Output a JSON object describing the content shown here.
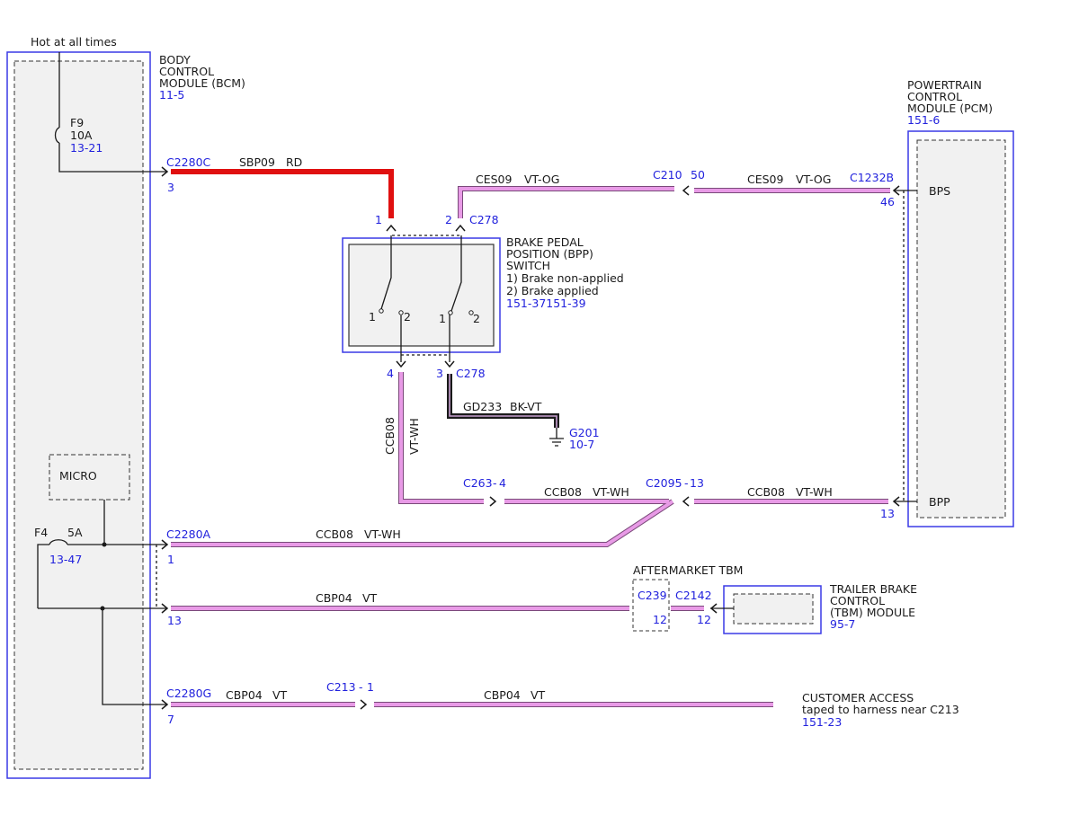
{
  "hot_label": "Hot at all times",
  "colors": {
    "module_border": "#3a3ae6",
    "module_fill": "#f1f1f1",
    "ref_text": "#2222dd",
    "wire_rd": "#e01010",
    "wire_pink": "#e89ae6",
    "wire_pink_edge": "#7a4a7a",
    "wire_bk": "#1a1a1a",
    "wire_bk_inner": "#c8a0d0",
    "line": "#1a1a1a"
  },
  "bcm": {
    "line1": "BODY",
    "line2": "CONTROL",
    "line3": "MODULE (BCM)",
    "ref": "11-5"
  },
  "pcm": {
    "line1": "POWERTRAIN",
    "line2": "CONTROL",
    "line3": "MODULE (PCM)",
    "ref": "151-6",
    "pin_bps": "BPS",
    "pin_bpp": "BPP"
  },
  "fuses": {
    "f9": {
      "name": "F9",
      "rating": "10A",
      "ref": "13-21"
    },
    "f4": {
      "name": "F4",
      "rating": "5A",
      "ref": "13-47"
    }
  },
  "micro": "MICRO",
  "bpp_switch": {
    "line1": "BRAKE PEDAL",
    "line2": "POSITION (BPP)",
    "line3": "SWITCH",
    "state1": "1) Brake non-applied",
    "state2": "2) Brake applied",
    "ref": "151-37151-39",
    "contact_1": "1",
    "contact_2": "2"
  },
  "connectors": {
    "c2280c": "C2280C",
    "c2280c_pin": "3",
    "c278": "C278",
    "c278_pin1": "1",
    "c278_pin2": "2",
    "c278_pin3": "3",
    "c278_pin4": "4",
    "c210": "C210",
    "c210_pin": "50",
    "c1232b": "C1232B",
    "c1232b_pin_bps": "46",
    "c1232b_pin_bpp": "13",
    "c263": "C263",
    "c263_pin": "4",
    "c2095": "C2095",
    "c2095_pin": "13",
    "c2280a": "C2280A",
    "c2280a_pin1": "1",
    "c2280a_pin13": "13",
    "c239": "C239",
    "c239_pin": "12",
    "c2142": "C2142",
    "c2142_pin": "12",
    "c2280g": "C2280G",
    "c2280g_pin": "7",
    "c213": "C213",
    "c213_pin": "1",
    "dash": "-"
  },
  "wires": {
    "sbp09_code": "SBP09",
    "sbp09_color": "RD",
    "ces09_code": "CES09",
    "ces09_color": "VT-OG",
    "gd233_code": "GD233",
    "gd233_color": "BK-VT",
    "ccb08_code": "CCB08",
    "ccb08_color": "VT-WH",
    "cbp04_code": "CBP04",
    "cbp04_color": "VT"
  },
  "ground": {
    "name": "G201",
    "ref": "10-7"
  },
  "aftermarket_tbm": "AFTERMARKET TBM",
  "tbm": {
    "line1": "TRAILER BRAKE",
    "line2": "CONTROL",
    "line3": "(TBM) MODULE",
    "ref": "95-7"
  },
  "customer_access": {
    "line1": "CUSTOMER ACCESS",
    "line2": "taped to harness near C213",
    "ref": "151-23"
  }
}
